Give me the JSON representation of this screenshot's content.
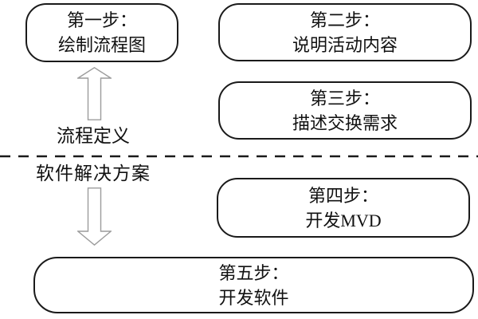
{
  "diagram": {
    "zones": {
      "upper_label": "流程定义",
      "lower_label": "软件解决方案"
    },
    "steps": [
      {
        "title": "第一步：",
        "desc": "绘制流程图"
      },
      {
        "title": "第二步：",
        "desc": "说明活动内容"
      },
      {
        "title": "第三步：",
        "desc": "描述交换需求"
      },
      {
        "title": "第四步：",
        "desc": "开发MVD"
      },
      {
        "title": "第五步：",
        "desc": "开发软件"
      }
    ],
    "colors": {
      "background": "#ffffff",
      "box_border": "#1a1a1a",
      "text": "#111111",
      "arrow_stroke": "#9c9c9c",
      "arrow_fill": "#ffffff",
      "divider": "#1a1a1a"
    }
  }
}
